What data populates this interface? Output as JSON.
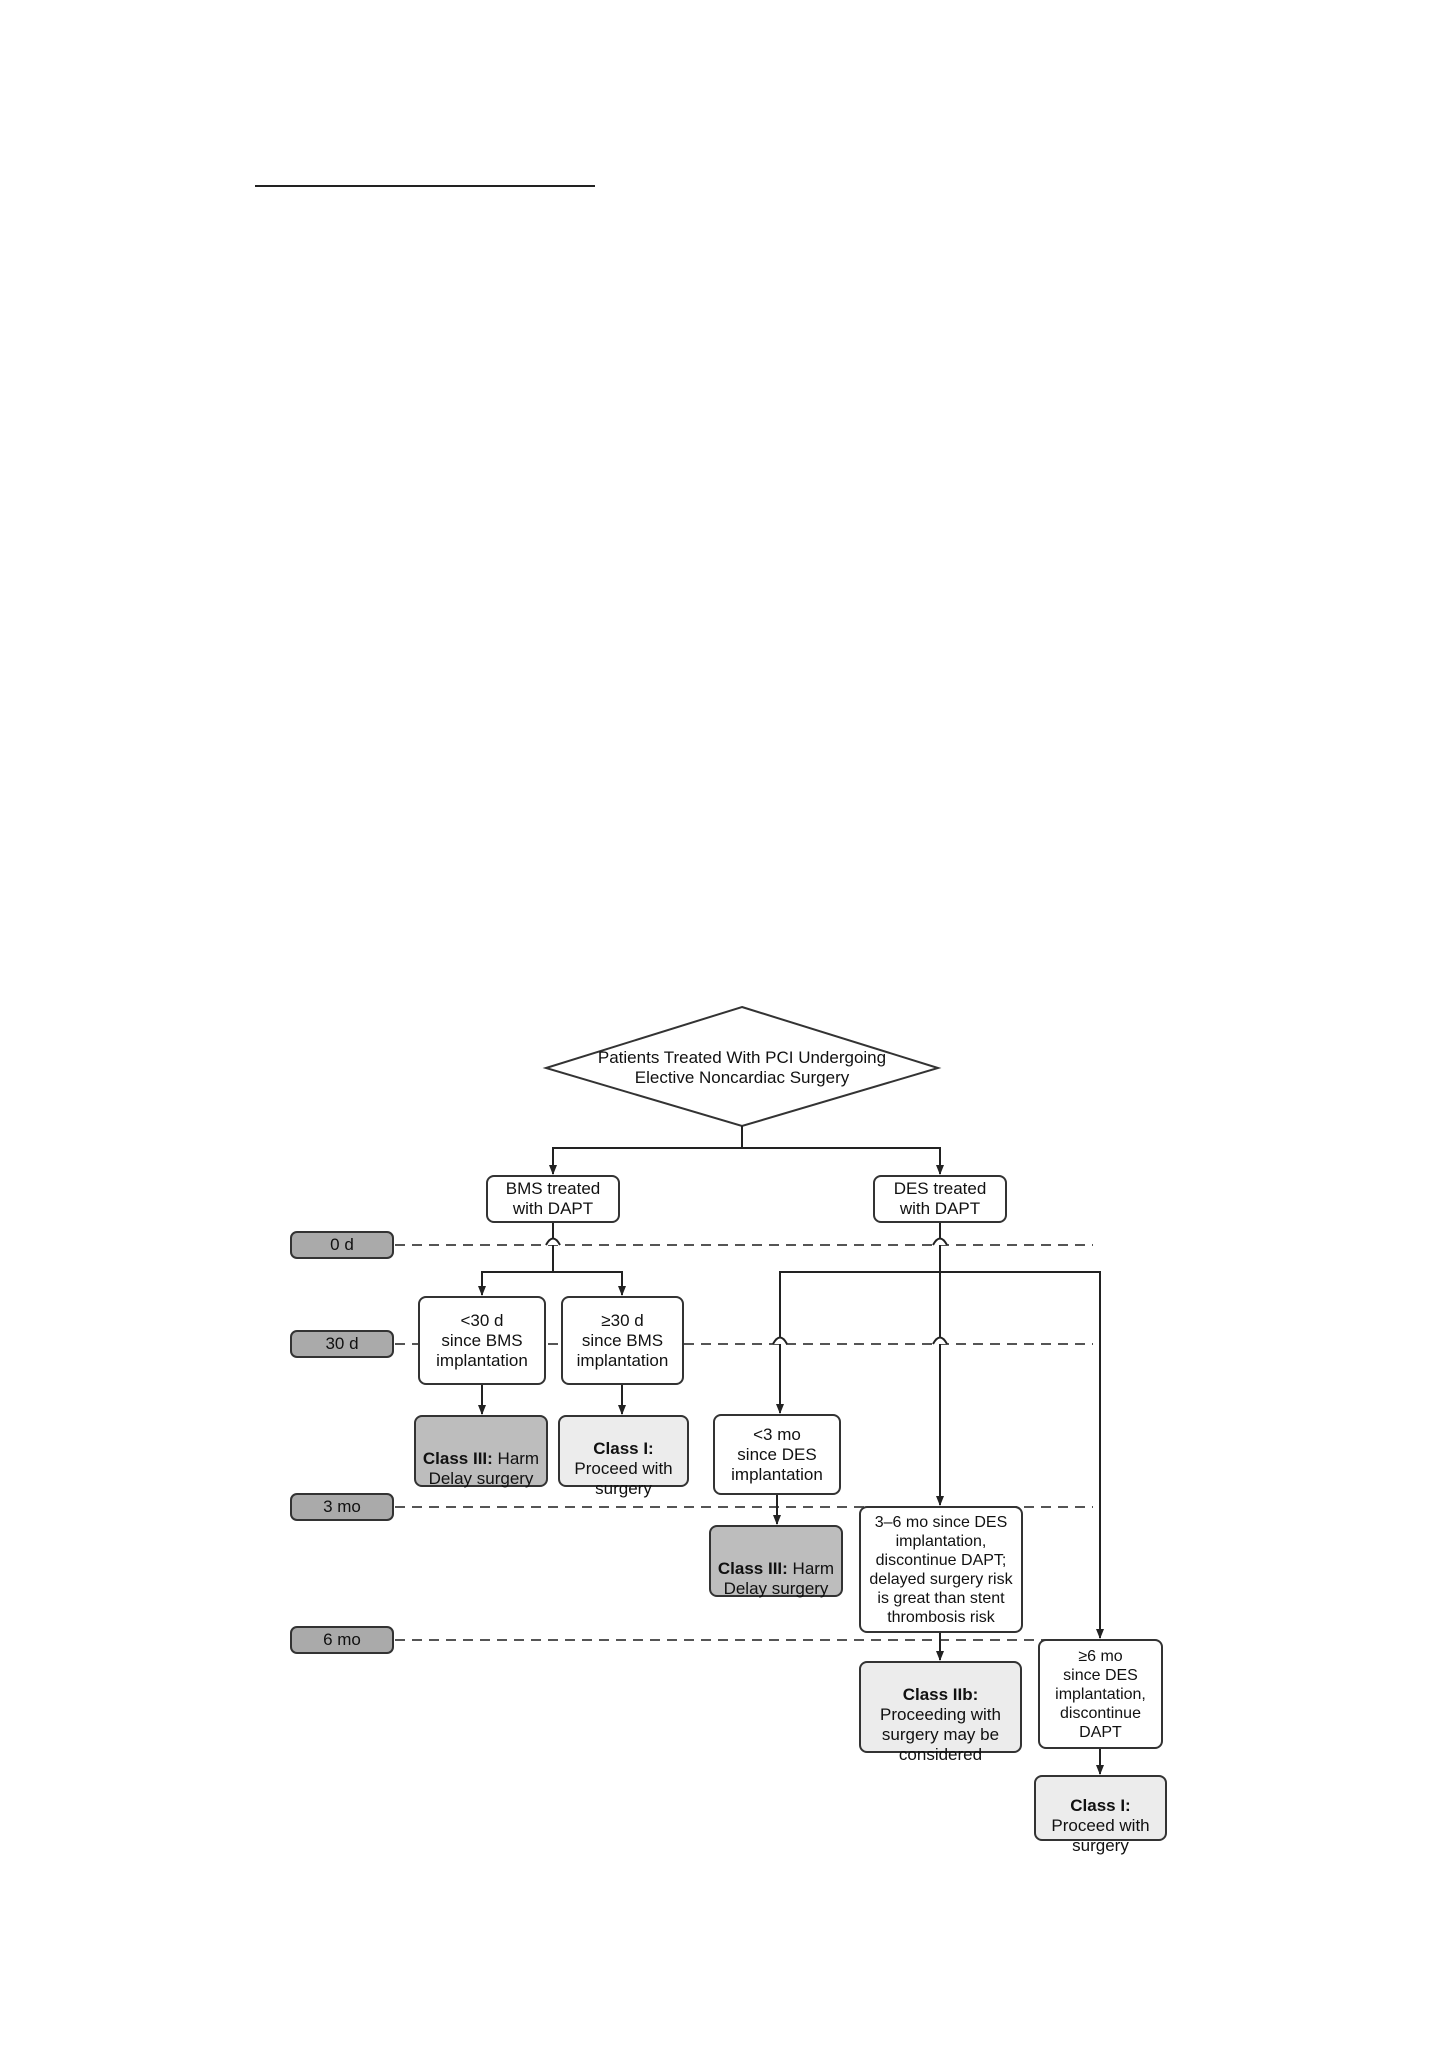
{
  "diagram": {
    "title": "Patients Treated With PCI Undergoing\nElective Noncardiac Surgery",
    "timeline": [
      "0 d",
      "30 d",
      "3 mo",
      "6 mo"
    ],
    "bms": {
      "root": "BMS treated\nwith DAPT",
      "lt30": "<30 d\nsince BMS\nimplantation",
      "ge30": "≥30 d\nsince BMS\nimplantation",
      "harm_class": "Class III:",
      "harm_rest": " Harm",
      "harm_action": "Delay surgery",
      "ok_class": "Class I:",
      "ok_action": "Proceed with\nsurgery"
    },
    "des": {
      "root": "DES treated\nwith DAPT",
      "lt3": "<3 mo\nsince DES\nimplantation",
      "mid": "3–6 mo since DES\nimplantation,\ndiscontinue DAPT;\ndelayed surgery risk\nis great than stent\nthrombosis risk",
      "ge6": "≥6 mo\nsince DES\nimplantation,\ndiscontinue\nDAPT",
      "harm_class": "Class III:",
      "harm_rest": " Harm",
      "harm_action": "Delay surgery",
      "iib_class": "Class IIb:",
      "iib_action": "Proceeding with\nsurgery may be\nconsidered",
      "ok_class": "Class I:",
      "ok_action": "Proceed with\nsurgery"
    }
  }
}
